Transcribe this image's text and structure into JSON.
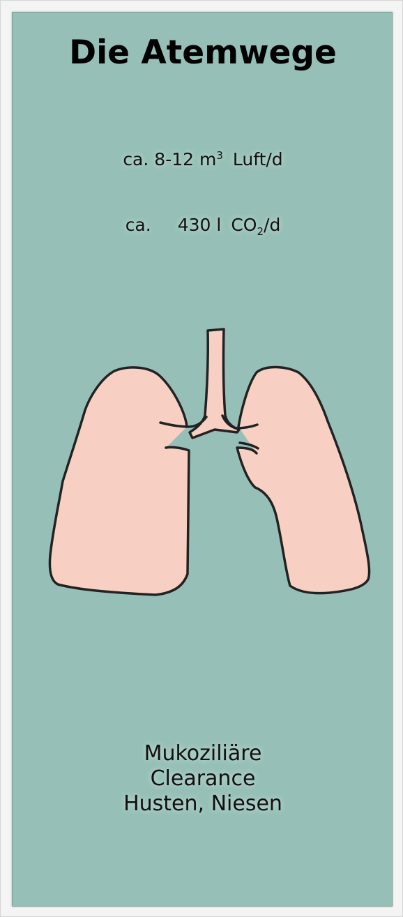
{
  "title": "Die Atemwege",
  "facts": [
    {
      "prefix": "ca.",
      "amount": "8-12 m",
      "superscript": "3",
      "label": "Luft/d"
    },
    {
      "prefix": "ca.",
      "amount": "430 l",
      "label_main": "CO",
      "subscript": "2",
      "label_end": "/d"
    }
  ],
  "illustration": {
    "subject": "lungs-icon",
    "fill_color": "#f7d0c3",
    "stroke_color": "#222222"
  },
  "notes": [
    "Mukoziliäre",
    "Clearance",
    "Husten, Niesen"
  ],
  "colors": {
    "panel_background": "#96c0b7",
    "frame_background": "#f4f4f4",
    "title_text": "#000000"
  }
}
